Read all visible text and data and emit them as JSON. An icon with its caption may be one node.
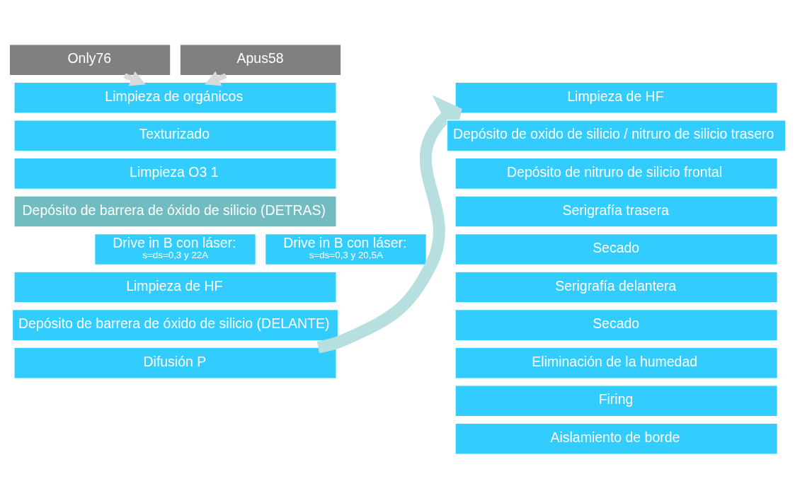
{
  "diagram": {
    "nodes": [
      {
        "text": [
          "Only76"
        ]
      },
      {
        "text": [
          "Apus58"
        ]
      },
      {
        "text": [
          "Limpieza de orgánicos"
        ]
      },
      {
        "text": [
          "Texturizado"
        ]
      },
      {
        "text": [
          "Limpieza O3 1"
        ]
      },
      {
        "text": [
          "Depósito de barrera de óxido de silicio (DETRAS)"
        ]
      },
      {
        "text": [
          "Drive in B con láser:",
          "s=ds=0,3 y 22A"
        ]
      },
      {
        "text": [
          "Drive in B con láser:",
          "s=ds=0,3 y 20,5A"
        ]
      },
      {
        "text": [
          "Limpieza de HF"
        ]
      },
      {
        "text": [
          "Depósito de barrera de óxido de silicio (DELANTE)"
        ]
      },
      {
        "text": [
          "Difusión P"
        ]
      },
      {
        "text": [
          "Limpieza de HF"
        ]
      },
      {
        "text": [
          "Depósito de oxido de silicio / nitruro de silicio trasero"
        ]
      },
      {
        "text": [
          "Depósito de nitruro de silicio frontal"
        ]
      },
      {
        "text": [
          "Serigrafía trasera"
        ]
      },
      {
        "text": [
          "Secado"
        ]
      },
      {
        "text": [
          "Serigrafía delantera"
        ]
      },
      {
        "text": [
          "Secado"
        ]
      },
      {
        "text": [
          "Eliminación de la humedad"
        ]
      },
      {
        "text": [
          "Firing"
        ]
      },
      {
        "text": [
          "Aislamiento de borde"
        ]
      }
    ],
    "edges": [
      {
        "from": 0,
        "to": 2,
        "arrow": "to"
      },
      {
        "from": 1,
        "to": 2,
        "arrow": "to"
      },
      {
        "from": 10,
        "to": 11,
        "arrow": "to",
        "style": "thick",
        "color": "#b7dfe0"
      }
    ]
  }
}
